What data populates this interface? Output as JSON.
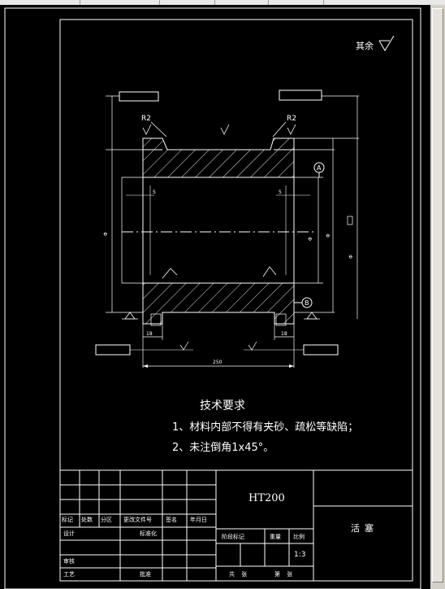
{
  "surface_note": "其余",
  "r_left": "R2",
  "r_right": "R2",
  "datum_a": "A",
  "datum_b": "B",
  "dim_18_left": "18",
  "dim_18_right": "18",
  "dim_250": "250",
  "dim_5_left": "5",
  "dim_5_right": "5",
  "tech_title": "技术要求",
  "tech_items": [
    "1、材料内部不得有夹砂、疏松等缺陷；",
    "2、未注倒角1x45°。"
  ],
  "title_block": {
    "material": "HT200",
    "part_name": "活塞",
    "scale_value": "1:3",
    "row_labels": [
      "标记",
      "处数",
      "分区",
      "更改文件号",
      "签名",
      "年月日"
    ],
    "design": "设计",
    "standardization": "标准化",
    "review": "审核",
    "process": "工艺",
    "approve": "批准",
    "stage_mark": "阶段标记",
    "weight": "重量",
    "scale": "比例",
    "sheets_total": "共  张",
    "sheet_no": "第  张"
  }
}
